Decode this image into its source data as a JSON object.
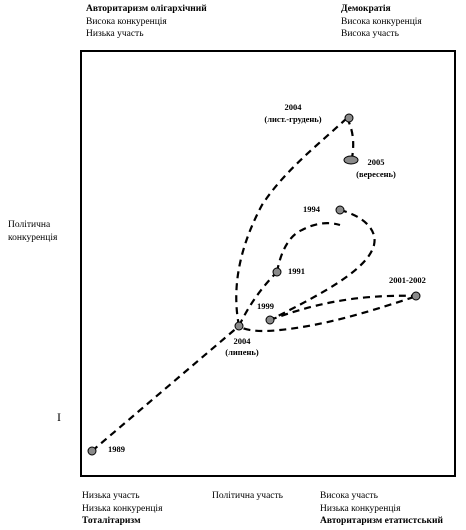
{
  "corners": {
    "top_left": [
      "Авторитаризм олігархічний",
      "Висока конкуренція",
      "Низька участь"
    ],
    "top_right": [
      "Демократія",
      "Висока конкуренція",
      "Висока участь"
    ],
    "bottom_left": [
      "Низька участь",
      "Низька конкуренція",
      "Тоталітаризм"
    ],
    "bottom_right": [
      "Висока участь",
      "Низька конкуренція",
      "Авторитаризм етатистський"
    ]
  },
  "axes": {
    "x_label": "Політична участь",
    "y_label": [
      "Політична",
      "конкуренція"
    ],
    "y_marker": "I"
  },
  "points": [
    {
      "id": "1989",
      "label": [
        "1989"
      ]
    },
    {
      "id": "2004-summer",
      "label": [
        "2004",
        "(липень)"
      ]
    },
    {
      "id": "1999",
      "label": [
        "1999"
      ]
    },
    {
      "id": "1991",
      "label": [
        "1991"
      ]
    },
    {
      "id": "1994",
      "label": [
        "1994"
      ]
    },
    {
      "id": "2001-2002",
      "label": [
        "2001-2002"
      ]
    },
    {
      "id": "2004-autumn",
      "label": [
        "2004",
        "(лист.-грудень)"
      ]
    },
    {
      "id": "2005",
      "label": [
        "2005",
        "(вересень)"
      ]
    }
  ]
}
